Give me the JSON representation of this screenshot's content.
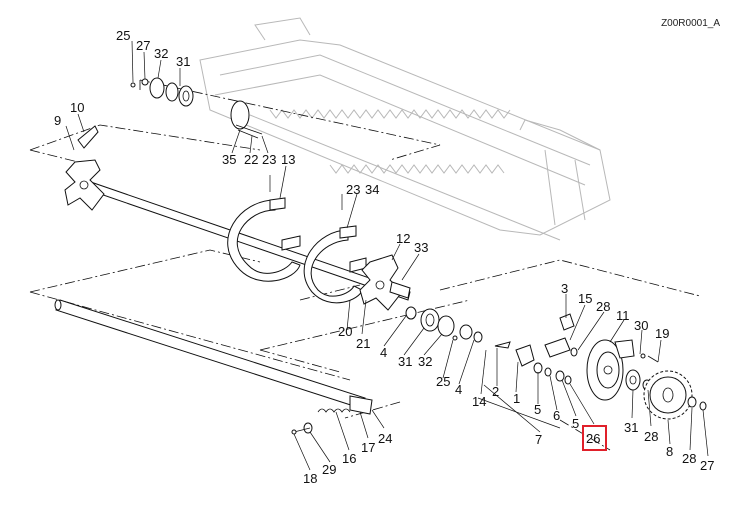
{
  "drawing_code": "Z00R0001_A",
  "highlight_color": "#e0202a",
  "labels": [
    {
      "id": "l25a",
      "text": "25"
    },
    {
      "id": "l27a",
      "text": "27"
    },
    {
      "id": "l32a",
      "text": "32"
    },
    {
      "id": "l31a",
      "text": "31"
    },
    {
      "id": "l10",
      "text": "10"
    },
    {
      "id": "l9",
      "text": "9"
    },
    {
      "id": "l35",
      "text": "35"
    },
    {
      "id": "l22",
      "text": "22"
    },
    {
      "id": "l23a",
      "text": "23"
    },
    {
      "id": "l13",
      "text": "13"
    },
    {
      "id": "l23b",
      "text": "23"
    },
    {
      "id": "l34",
      "text": "34"
    },
    {
      "id": "l12",
      "text": "12"
    },
    {
      "id": "l33",
      "text": "33"
    },
    {
      "id": "l20",
      "text": "20"
    },
    {
      "id": "l21",
      "text": "21"
    },
    {
      "id": "l4a",
      "text": "4"
    },
    {
      "id": "l31b",
      "text": "31"
    },
    {
      "id": "l32b",
      "text": "32"
    },
    {
      "id": "l25b",
      "text": "25"
    },
    {
      "id": "l4b",
      "text": "4"
    },
    {
      "id": "l2",
      "text": "2"
    },
    {
      "id": "l14",
      "text": "14"
    },
    {
      "id": "l1",
      "text": "1"
    },
    {
      "id": "l3",
      "text": "3"
    },
    {
      "id": "l15",
      "text": "15"
    },
    {
      "id": "l28a",
      "text": "28"
    },
    {
      "id": "l11",
      "text": "11"
    },
    {
      "id": "l30",
      "text": "30"
    },
    {
      "id": "l19",
      "text": "19"
    },
    {
      "id": "l5a",
      "text": "5"
    },
    {
      "id": "l6",
      "text": "6"
    },
    {
      "id": "l5b",
      "text": "5"
    },
    {
      "id": "l7",
      "text": "7"
    },
    {
      "id": "l26",
      "text": "26"
    },
    {
      "id": "l31c",
      "text": "31"
    },
    {
      "id": "l28b",
      "text": "28"
    },
    {
      "id": "l8",
      "text": "8"
    },
    {
      "id": "l28c",
      "text": "28"
    },
    {
      "id": "l27b",
      "text": "27"
    },
    {
      "id": "l24",
      "text": "24"
    },
    {
      "id": "l17",
      "text": "17"
    },
    {
      "id": "l16",
      "text": "16"
    },
    {
      "id": "l29",
      "text": "29"
    },
    {
      "id": "l18",
      "text": "18"
    }
  ]
}
